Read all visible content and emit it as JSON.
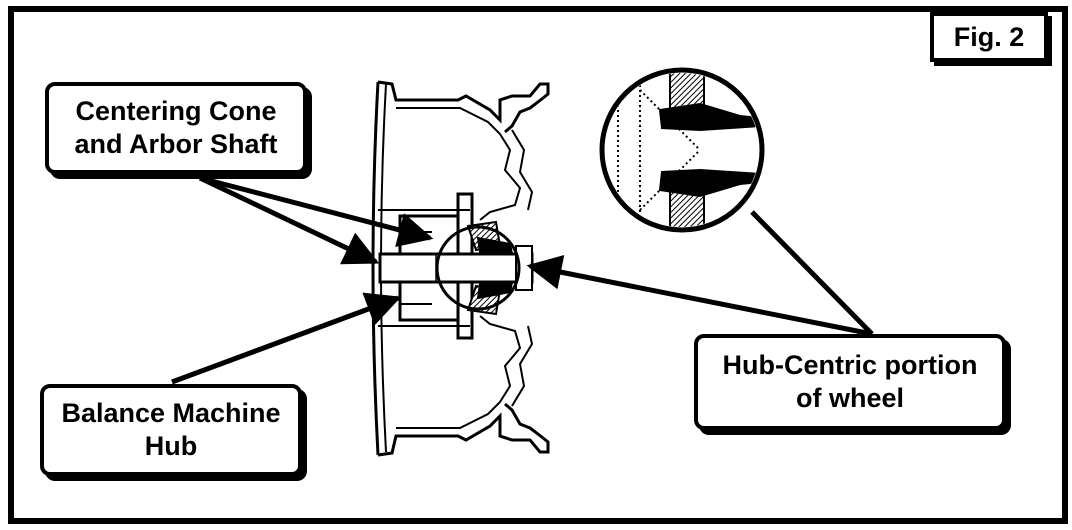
{
  "figure": {
    "label": "Fig. 2"
  },
  "callouts": {
    "centering_cone": {
      "line1": "Centering Cone",
      "line2": "and Arbor Shaft"
    },
    "balance_hub": {
      "line1": "Balance Machine",
      "line2": "Hub"
    },
    "hub_centric": {
      "line1": "Hub-Centric portion",
      "line2": "of wheel"
    }
  },
  "colors": {
    "ink": "#000000",
    "paper": "#ffffff"
  }
}
